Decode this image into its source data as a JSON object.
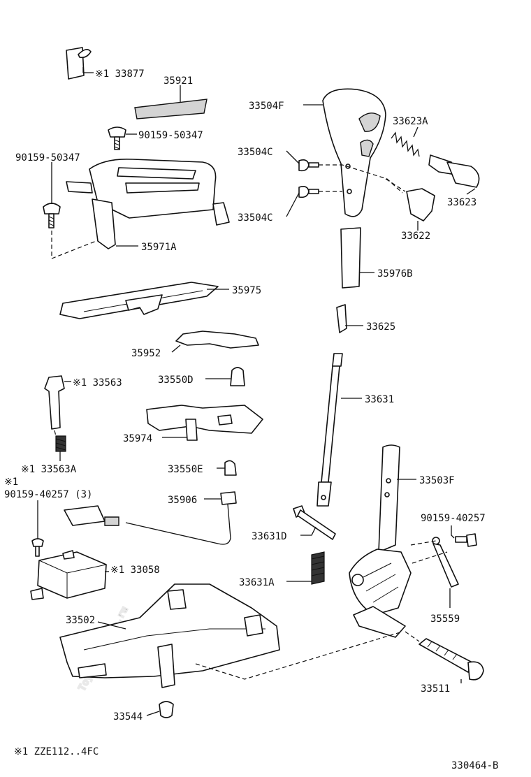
{
  "watermark": "ToyotaCarMine.ru",
  "labels": {
    "p33877": "※1 33877",
    "p35921": "35921",
    "p90159_50347_a": "90159-50347",
    "p90159_50347_b": "90159-50347",
    "p35971A": "35971A",
    "p35975": "35975",
    "p35952": "35952",
    "p33563": "※1 33563",
    "p33550D": "33550D",
    "p35974": "35974",
    "p33563A": "※1 33563A",
    "p33550E": "33550E",
    "p_note1": "※1",
    "p90159_40257_3": "90159-40257 (3)",
    "p35906": "35906",
    "p33058": "※1 33058",
    "p33502": "33502",
    "p33544": "33544",
    "p33504F": "33504F",
    "p33623A": "33623A",
    "p33504C_a": "33504C",
    "p33504C_b": "33504C",
    "p33623": "33623",
    "p33622": "33622",
    "p35976B": "35976B",
    "p33625": "33625",
    "p33631": "33631",
    "p33503F": "33503F",
    "p90159_40257": "90159-40257",
    "p33631D": "33631D",
    "p33631A": "33631A",
    "p35559": "35559",
    "p33511": "33511"
  },
  "footnote": "※1  ZZE112..4FC",
  "diagram_code": "330464-B"
}
